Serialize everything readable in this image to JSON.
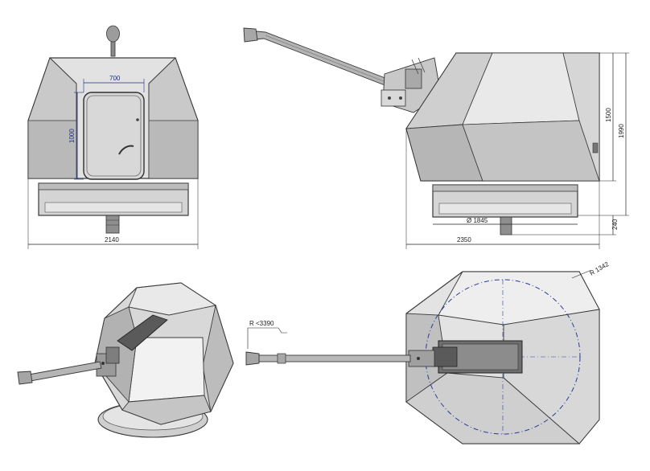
{
  "drawing": {
    "palette": {
      "armor_light": "#e7e7e7",
      "armor_mid": "#cfcfcf",
      "armor_dark": "#b3b3b3",
      "armor_shadow": "#9d9d9d",
      "outline": "#3a3a3a",
      "dimension_line": "#222222",
      "door_dimension": "#1e2a8a",
      "traverse_circle": "#2a3a9a"
    },
    "front_view": {
      "door_width": "700",
      "door_height": "1000",
      "overall_width": "2140"
    },
    "side_view": {
      "ring_diameter": "Ø 1845",
      "overall_length": "2350",
      "height_housing": "1500",
      "height_total": "1990",
      "height_base": "240"
    },
    "top_view": {
      "sweep_radius": "R 1342",
      "barrel_radius": "R <3390"
    }
  }
}
